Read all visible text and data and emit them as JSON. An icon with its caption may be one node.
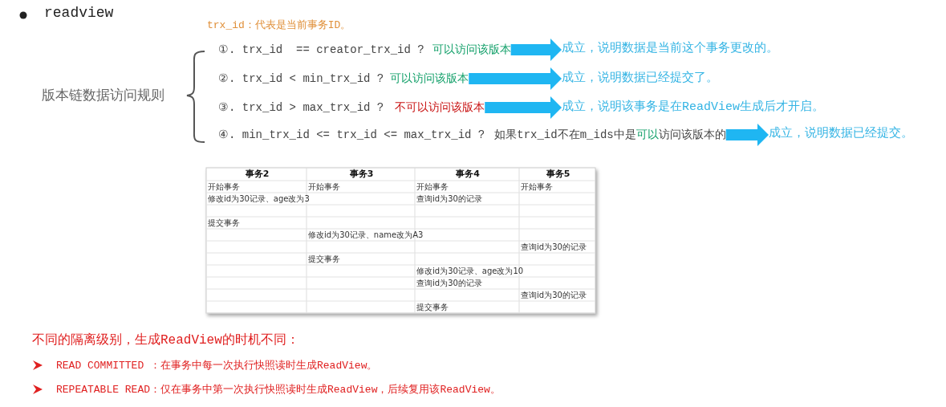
{
  "diagram": {
    "nodes": [
      {
        "text": [
          "①. trx_id  == creator_trx_id ?",
          "可以访问该版本"
        ]
      },
      {
        "text": [
          "②. trx_id < min_trx_id ?",
          "可以访问该版本"
        ]
      },
      {
        "text": [
          "③. trx_id > max_trx_id ?",
          "不可以访问该版本"
        ]
      },
      {
        "text": [
          "④. min_trx_id <= trx_id <= max_trx_id ?",
          "如果trx_id不在m_ids中是",
          "可以",
          "访问该版本的"
        ]
      },
      {
        "text": [
          "成立，说明数据是当前这个事务更改的。"
        ]
      },
      {
        "text": [
          "成立，说明数据已经提交了。"
        ]
      },
      {
        "text": [
          "成立，说明该事务是在ReadView生成后才开启。"
        ]
      },
      {
        "text": [
          "成立，说明数据已经提交。"
        ]
      }
    ],
    "edges": [
      {
        "from": 0,
        "to": 4,
        "arrow": "to"
      },
      {
        "from": 1,
        "to": 5,
        "arrow": "to"
      },
      {
        "from": 2,
        "to": 6,
        "arrow": "to"
      },
      {
        "from": 3,
        "to": 7,
        "arrow": "to"
      }
    ],
    "labels": [
      "readview",
      "trx_id：代表是当前事务ID。",
      "版本链数据访问规则",
      "事务2",
      "事务3",
      "事务4",
      "事务5",
      "开始事务",
      "开始事务",
      "开始事务",
      "开始事务",
      "修改id为30记录、age改为3",
      "查询id为30的记录",
      "提交事务",
      "修改id为30记录、name改为A3",
      "查询id为30的记录",
      "提交事务",
      "修改id为30记录、age改为10",
      "查询id为30的记录",
      "查询id为30的记录",
      "提交事务",
      "不同的隔离级别，生成ReadView的时机不同：",
      "READ COMMITTED ：在事务中每一次执行快照读时生成ReadView。",
      "REPEATABLE READ：仅在事务中第一次执行快照读时生成ReadView，后续复用该ReadView。"
    ]
  }
}
